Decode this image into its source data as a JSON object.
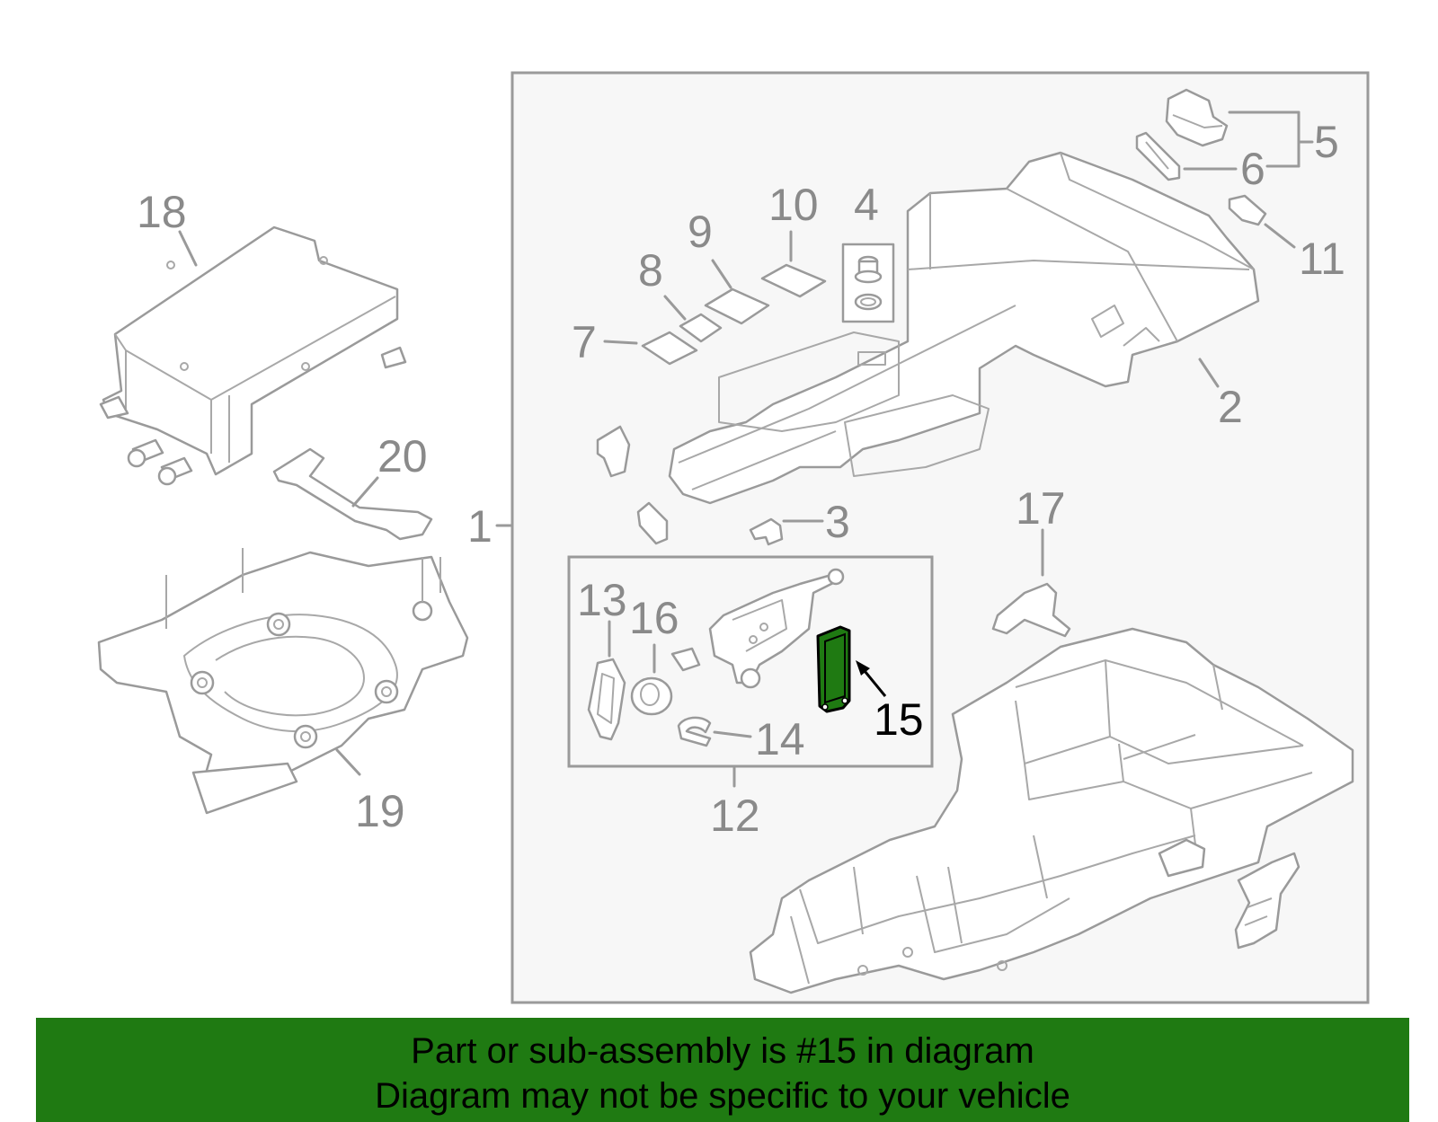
{
  "diagram": {
    "callouts": {
      "c1": "1",
      "c2": "2",
      "c3": "3",
      "c4": "4",
      "c5": "5",
      "c6": "6",
      "c7": "7",
      "c8": "8",
      "c9": "9",
      "c10": "10",
      "c11": "11",
      "c12": "12",
      "c13": "13",
      "c14": "14",
      "c15": "15",
      "c16": "16",
      "c17": "17",
      "c18": "18",
      "c19": "19",
      "c20": "20"
    },
    "highlighted_part": "15",
    "colors": {
      "highlight": "#1f7a12",
      "line": "#9a9a9a",
      "panel": "#f7f7f7",
      "banner": "#1f7a12"
    }
  },
  "banner": {
    "line1": "Part or sub-assembly is #15 in diagram",
    "line2": "Diagram may not be specific to your vehicle"
  }
}
